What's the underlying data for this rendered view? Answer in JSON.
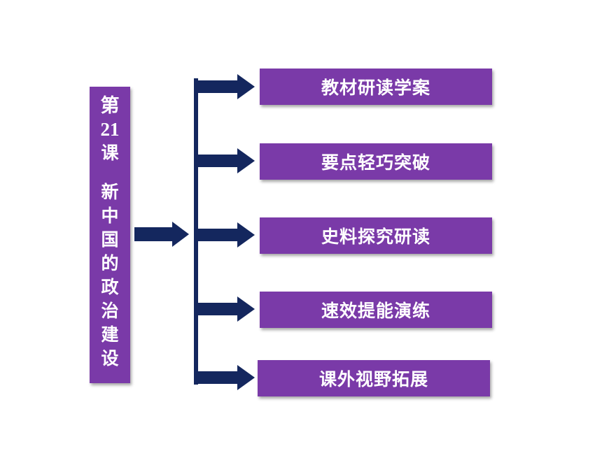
{
  "colors": {
    "purple": "#7a3aa8",
    "navy": "#14275e"
  },
  "lesson": {
    "title_chars": [
      "第",
      "21",
      "课",
      "",
      "新",
      "中",
      "国",
      "的",
      "政",
      "治",
      "建",
      "设"
    ]
  },
  "menu": [
    {
      "label": "教材研读学案",
      "icon": "arrow-right-icon"
    },
    {
      "label": "要点轻巧突破",
      "icon": "arrow-right-icon"
    },
    {
      "label": "史料探究研读",
      "icon": "arrow-right-icon"
    },
    {
      "label": "速效提能演练",
      "icon": "arrow-right-icon"
    },
    {
      "label": "课外视野拓展",
      "icon": "arrow-right-icon"
    }
  ]
}
